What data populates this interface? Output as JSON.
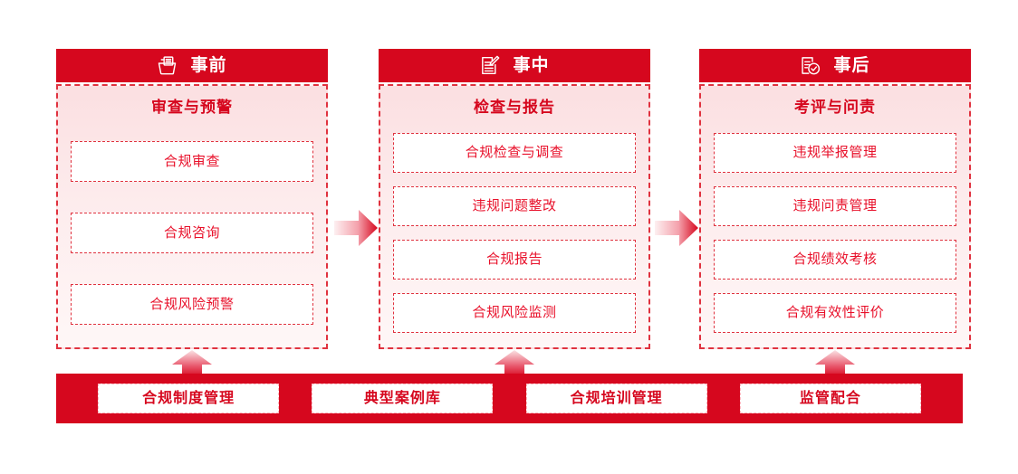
{
  "theme": {
    "primary_red": "#d6071e",
    "accent_red": "#e8102a",
    "dashed_border": "#e0323f",
    "panel_bg_top": "#fbdfe1",
    "panel_bg_bottom": "#fef7f7",
    "white": "#ffffff"
  },
  "stages": [
    {
      "icon": "folder-document-icon",
      "title": "事前",
      "subtitle": "审查与预警",
      "items": [
        {
          "label": "合规审查"
        },
        {
          "label": "合规咨询"
        },
        {
          "label": "合规风险预警"
        }
      ]
    },
    {
      "icon": "document-pencil-icon",
      "title": "事中",
      "subtitle": "检查与报告",
      "items": [
        {
          "label": "合规检查与调查"
        },
        {
          "label": "违规问题整改"
        },
        {
          "label": "合规报告"
        },
        {
          "label": "合规风险监测"
        }
      ]
    },
    {
      "icon": "document-check-icon",
      "title": "事后",
      "subtitle": "考评与问责",
      "items": [
        {
          "label": "违规举报管理"
        },
        {
          "label": "违规问责管理"
        },
        {
          "label": "合规绩效考核"
        },
        {
          "label": "合规有效性评价"
        }
      ]
    }
  ],
  "flow_arrows": [
    {
      "name": "arrow-stage1-to-stage2",
      "direction": "right"
    },
    {
      "name": "arrow-stage2-to-stage3",
      "direction": "right"
    }
  ],
  "support_arrows": [
    {
      "name": "arrow-foundation-to-stage1",
      "direction": "up"
    },
    {
      "name": "arrow-foundation-to-stage2",
      "direction": "up"
    },
    {
      "name": "arrow-foundation-to-stage3",
      "direction": "up"
    }
  ],
  "foundation": {
    "items": [
      {
        "label": "合规制度管理"
      },
      {
        "label": "典型案例库"
      },
      {
        "label": "合规培训管理"
      },
      {
        "label": "监管配合"
      }
    ]
  }
}
